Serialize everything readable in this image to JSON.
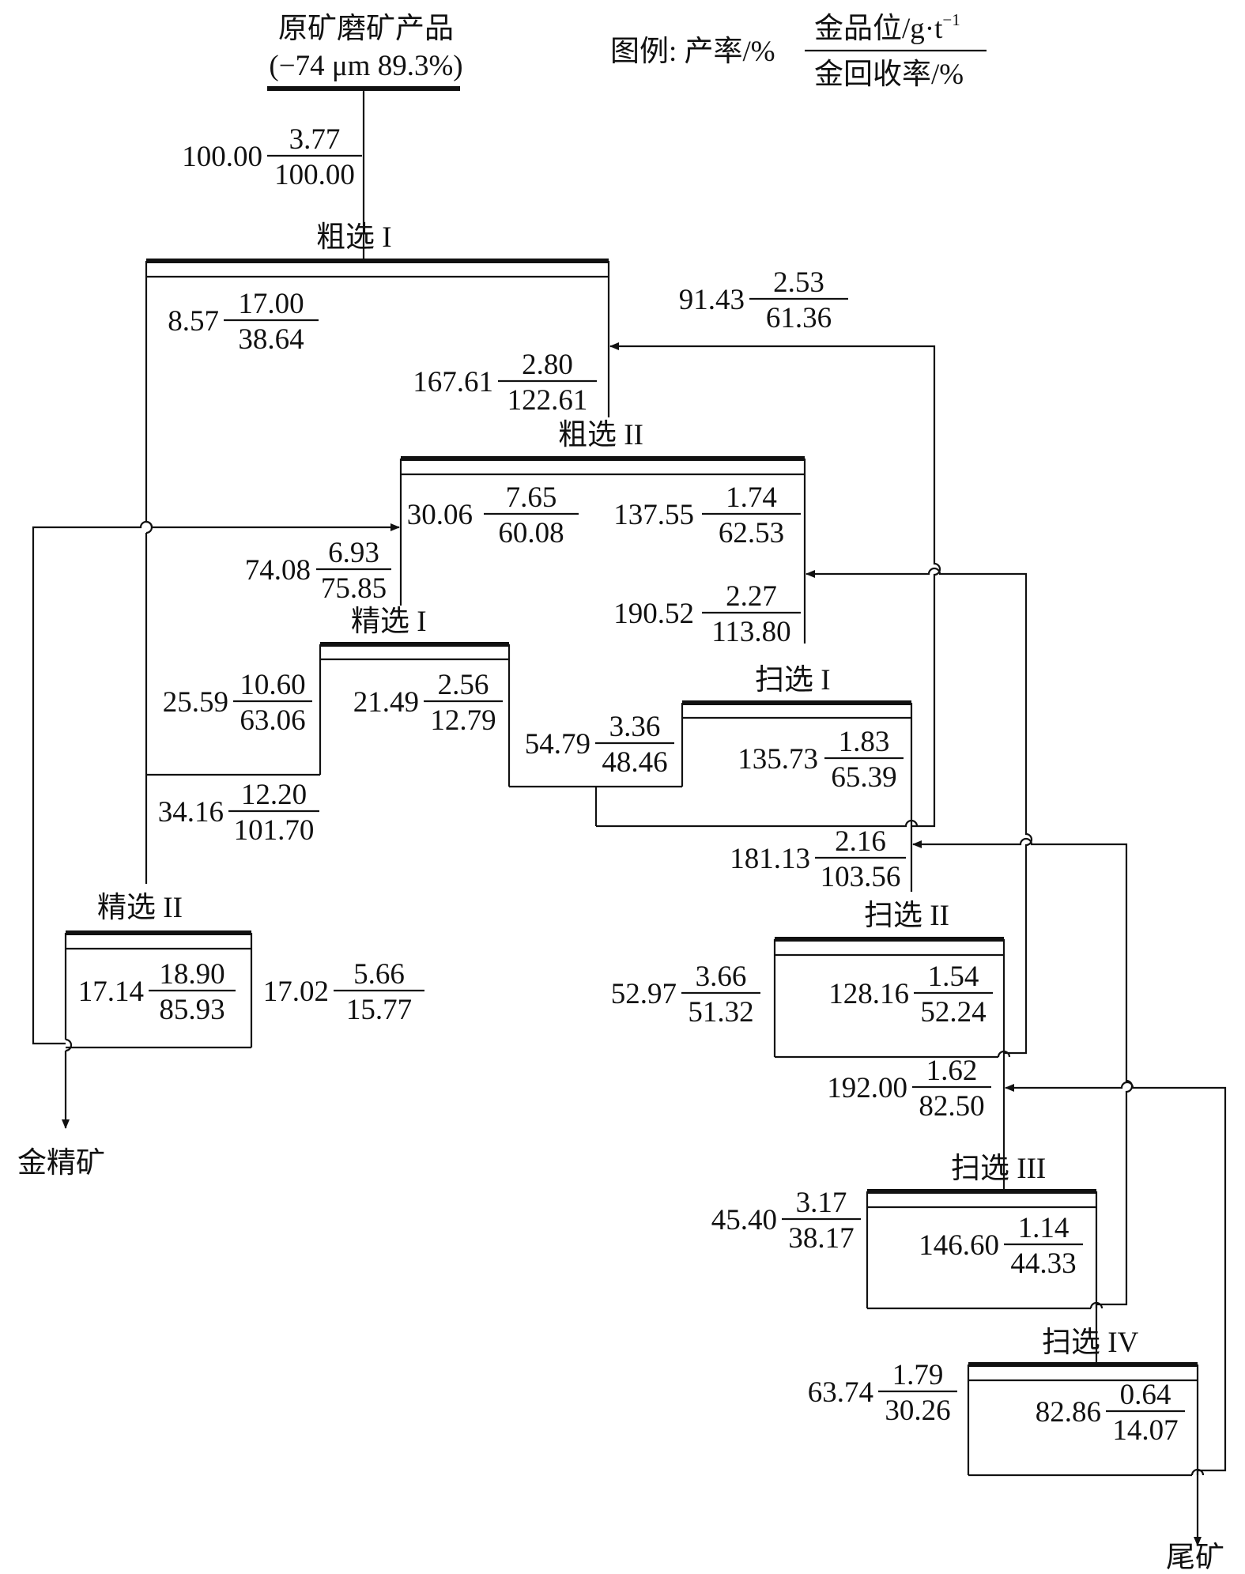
{
  "title": {
    "line1": "原矿磨矿产品",
    "line2": "(−74 μm 89.3%)"
  },
  "legend": {
    "prefix": "图例: 产率/%",
    "num": "金品位/g·t",
    "exp": "−1",
    "den": "金回收率/%"
  },
  "stages": {
    "r1": "粗选 I",
    "r2": "粗选 II",
    "c1": "精选 I",
    "c2": "精选 II",
    "s1": "扫选 I",
    "s2": "扫选 II",
    "s3": "扫选 III",
    "s4": "扫选 IV"
  },
  "products": {
    "concentrate": "金精矿",
    "tailings": "尾矿"
  },
  "streams": {
    "feed": {
      "yield": "100.00",
      "grade": "3.77",
      "rec": "100.00"
    },
    "r1_conc": {
      "yield": "8.57",
      "grade": "17.00",
      "rec": "38.64"
    },
    "r2_feed": {
      "yield": "167.61",
      "grade": "2.80",
      "rec": "122.61"
    },
    "s1_conc": {
      "yield": "91.43",
      "grade": "2.53",
      "rec": "61.36"
    },
    "r2_conc": {
      "yield": "30.06",
      "grade": "7.65",
      "rec": "60.08"
    },
    "r2_tail": {
      "yield": "137.55",
      "grade": "1.74",
      "rec": "62.53"
    },
    "c1_feed": {
      "yield": "74.08",
      "grade": "6.93",
      "rec": "75.85"
    },
    "s1_feed": {
      "yield": "190.52",
      "grade": "2.27",
      "rec": "113.80"
    },
    "c1_conc": {
      "yield": "25.59",
      "grade": "10.60",
      "rec": "63.06"
    },
    "c1_tail": {
      "yield": "21.49",
      "grade": "2.56",
      "rec": "12.79"
    },
    "s1_in": {
      "yield": "54.79",
      "grade": "3.36",
      "rec": "48.46"
    },
    "s1_tail": {
      "yield": "135.73",
      "grade": "1.83",
      "rec": "65.39"
    },
    "c2_feed": {
      "yield": "34.16",
      "grade": "12.20",
      "rec": "101.70"
    },
    "s2_feed": {
      "yield": "181.13",
      "grade": "2.16",
      "rec": "103.56"
    },
    "c2_conc": {
      "yield": "17.14",
      "grade": "18.90",
      "rec": "85.93"
    },
    "c2_tail": {
      "yield": "17.02",
      "grade": "5.66",
      "rec": "15.77"
    },
    "s2_conc": {
      "yield": "52.97",
      "grade": "3.66",
      "rec": "51.32"
    },
    "s2_tail": {
      "yield": "128.16",
      "grade": "1.54",
      "rec": "52.24"
    },
    "s3_feed": {
      "yield": "192.00",
      "grade": "1.62",
      "rec": "82.50"
    },
    "s3_conc": {
      "yield": "45.40",
      "grade": "3.17",
      "rec": "38.17"
    },
    "s3_tail": {
      "yield": "146.60",
      "grade": "1.14",
      "rec": "44.33"
    },
    "s4_conc": {
      "yield": "63.74",
      "grade": "1.79",
      "rec": "30.26"
    },
    "s4_tail": {
      "yield": "82.86",
      "grade": "0.64",
      "rec": "14.07"
    }
  }
}
